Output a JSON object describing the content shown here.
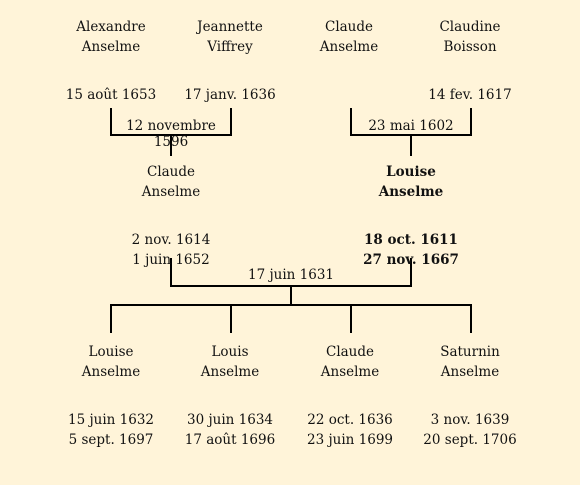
{
  "grandparents": [
    {
      "first": "Alexandre",
      "last": "Anselme",
      "birth": "15 août 1653",
      "death": ""
    },
    {
      "first": "Jeannette",
      "last": "Viffrey",
      "birth": "17 janv. 1636",
      "death": ""
    },
    {
      "first": "Claude",
      "last": "Anselme",
      "birth": "",
      "death": ""
    },
    {
      "first": "Claudine",
      "last": "Boisson",
      "birth": "14 fev. 1617",
      "death": ""
    }
  ],
  "marriages": {
    "paternal": "12 novembre 1596",
    "maternal": "23 mai 1602",
    "parents": "17 juin 1631"
  },
  "parents": [
    {
      "first": "Claude",
      "last": "Anselme",
      "birth": "2 nov. 1614",
      "death": "1 juin 1652"
    },
    {
      "first": "Louise",
      "last": "Anselme",
      "birth": "18 oct. 1611",
      "death": "27 nov. 1667"
    }
  ],
  "children": [
    {
      "first": "Louise",
      "last": "Anselme",
      "birth": "15 juin 1632",
      "death": "5 sept. 1697"
    },
    {
      "first": "Louis",
      "last": "Anselme",
      "birth": "30 juin 1634",
      "death": "17 août 1696"
    },
    {
      "first": "Claude",
      "last": "Anselme",
      "birth": "22 oct. 1636",
      "death": "23 juin 1699"
    },
    {
      "first": "Saturnin",
      "last": "Anselme",
      "birth": "3 nov. 1639",
      "death": "20 sept. 1706"
    }
  ],
  "colors": {
    "background": "#fff4d9",
    "line": "#000000",
    "text": "#111111"
  }
}
